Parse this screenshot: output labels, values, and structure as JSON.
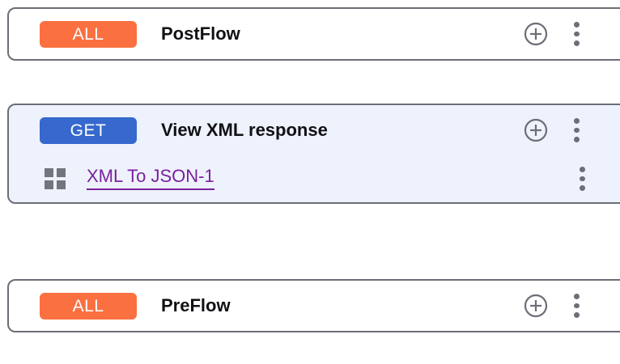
{
  "panel": {
    "name": "api-proxy-flow-list"
  },
  "cards": [
    {
      "id": "postflow",
      "selected": false,
      "badge": {
        "label": "ALL",
        "variant": "all",
        "color": "#fb7040"
      },
      "title": "PostFlow",
      "add_icon": "plus-circle-icon",
      "menu_icon": "kebab-menu-icon",
      "policies": []
    },
    {
      "id": "view-xml-response",
      "selected": true,
      "badge": {
        "label": "GET",
        "variant": "get",
        "color": "#3668ce"
      },
      "title": "View XML response",
      "add_icon": "plus-circle-icon",
      "menu_icon": "kebab-menu-icon",
      "policies": [
        {
          "icon": "grid-squares-icon",
          "label": "XML To JSON-1",
          "color": "#7a219e",
          "menu_icon": "kebab-menu-icon"
        }
      ]
    },
    {
      "id": "preflow",
      "selected": false,
      "badge": {
        "label": "ALL",
        "variant": "all",
        "color": "#fb7040"
      },
      "title": "PreFlow",
      "add_icon": "plus-circle-icon",
      "menu_icon": "kebab-menu-icon",
      "policies": []
    }
  ],
  "theme": {
    "card_border": "#6b6e76",
    "selected_background": "#eef2fc",
    "icon_gray": "#6c6f77",
    "title_color": "#101114"
  }
}
